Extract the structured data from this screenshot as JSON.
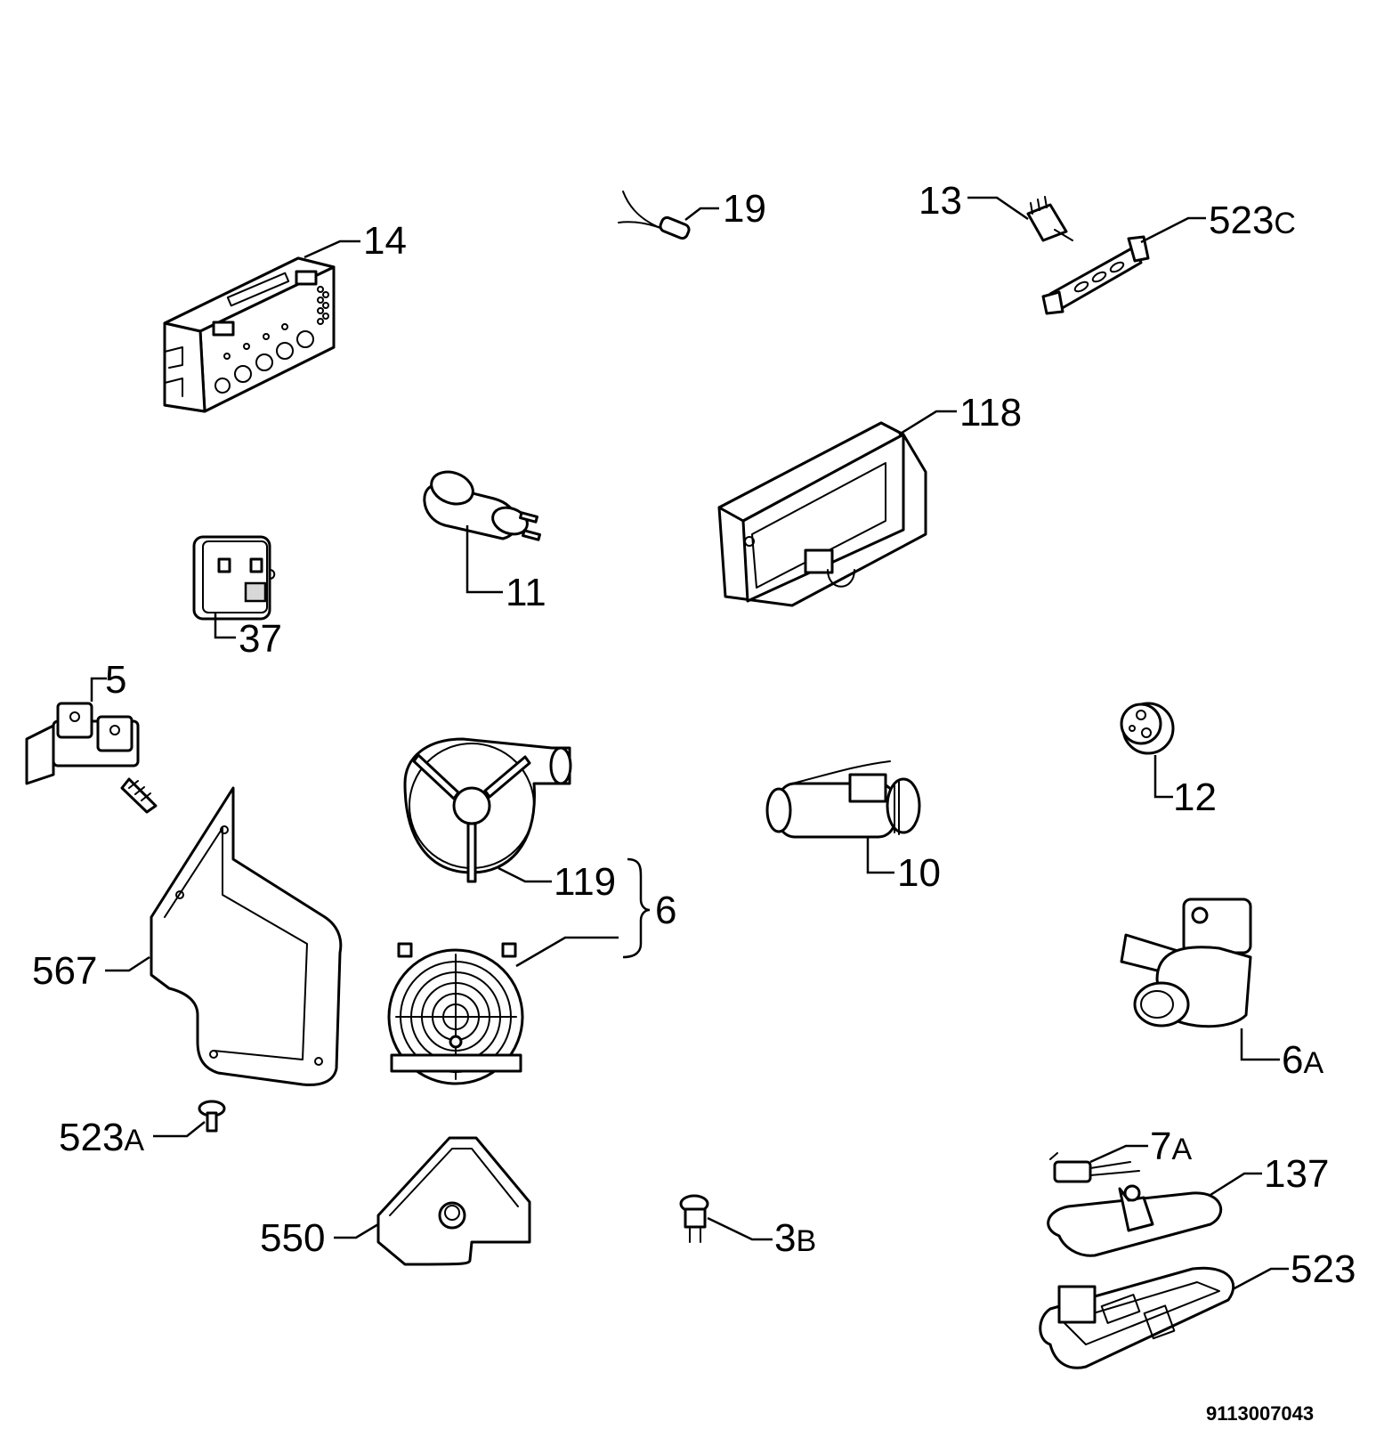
{
  "drawing_number": "9113007043",
  "labels": {
    "p14": {
      "main": "14",
      "suffix": ""
    },
    "p19": {
      "main": "19",
      "suffix": ""
    },
    "p13": {
      "main": "13",
      "suffix": ""
    },
    "p523c": {
      "main": "523",
      "suffix": "C"
    },
    "p118": {
      "main": "118",
      "suffix": ""
    },
    "p11": {
      "main": "11",
      "suffix": ""
    },
    "p37": {
      "main": "37",
      "suffix": ""
    },
    "p5": {
      "main": "5",
      "suffix": ""
    },
    "p12": {
      "main": "12",
      "suffix": ""
    },
    "p10": {
      "main": "10",
      "suffix": ""
    },
    "p119": {
      "main": "119",
      "suffix": ""
    },
    "p6": {
      "main": "6",
      "suffix": ""
    },
    "p567": {
      "main": "567",
      "suffix": ""
    },
    "p6a": {
      "main": "6",
      "suffix": "A"
    },
    "p523a": {
      "main": "523",
      "suffix": "A"
    },
    "p7a": {
      "main": "7",
      "suffix": "A"
    },
    "p137": {
      "main": "137",
      "suffix": ""
    },
    "p550": {
      "main": "550",
      "suffix": ""
    },
    "p3b": {
      "main": "3",
      "suffix": "B"
    },
    "p523": {
      "main": "523",
      "suffix": ""
    }
  }
}
